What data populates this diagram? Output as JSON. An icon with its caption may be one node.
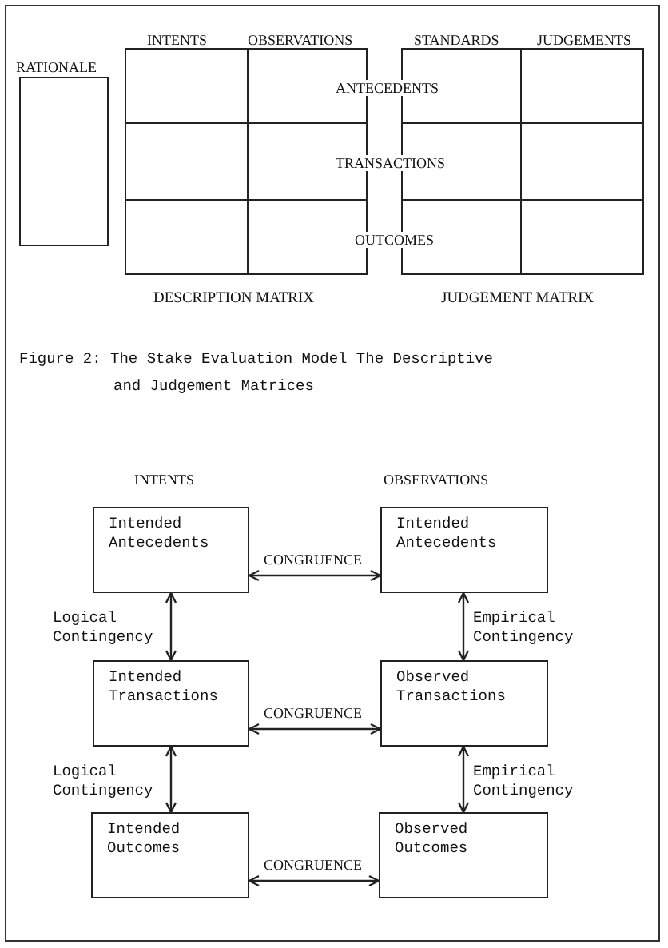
{
  "diagram": {
    "caption": "Figure 2: The Stake Evaluation Model The Descriptive and Judgement Matrices",
    "nodes": [
      {
        "text": [
          "RATIONALE"
        ]
      },
      {
        "text": [
          "DESCRIPTION MATRIX"
        ]
      },
      {
        "text": [
          "JUDGEMENT MATRIX"
        ]
      },
      {
        "text": [
          "Intended Antecedents"
        ]
      },
      {
        "text": [
          "Intended Antecedents"
        ]
      },
      {
        "text": [
          "Intended Transactions"
        ]
      },
      {
        "text": [
          "Observed Transactions"
        ]
      },
      {
        "text": [
          "Intended Outcomes"
        ]
      },
      {
        "text": [
          "Observed Outcomes"
        ]
      }
    ],
    "edges": [
      {
        "from": 3,
        "to": 4,
        "arrow": "both",
        "label": "CONGRUENCE"
      },
      {
        "from": 3,
        "to": 5,
        "arrow": "both",
        "label": "Logical Contingency"
      },
      {
        "from": 4,
        "to": 6,
        "arrow": "both",
        "label": "Empirical Contingency"
      },
      {
        "from": 5,
        "to": 6,
        "arrow": "both",
        "label": "CONGRUENCE"
      },
      {
        "from": 5,
        "to": 7,
        "arrow": "both",
        "label": "Logical Contingency"
      },
      {
        "from": 6,
        "to": 8,
        "arrow": "both",
        "label": "Empirical Contingency"
      },
      {
        "from": 7,
        "to": 8,
        "arrow": "both",
        "label": "CONGRUENCE"
      }
    ],
    "labels": [
      "INTENTS",
      "OBSERVATIONS",
      "STANDARDS",
      "JUDGEMENTS",
      "ANTECEDENTS",
      "TRANSACTIONS",
      "OUTCOMES",
      "INTENTS",
      "OBSERVATIONS"
    ]
  }
}
